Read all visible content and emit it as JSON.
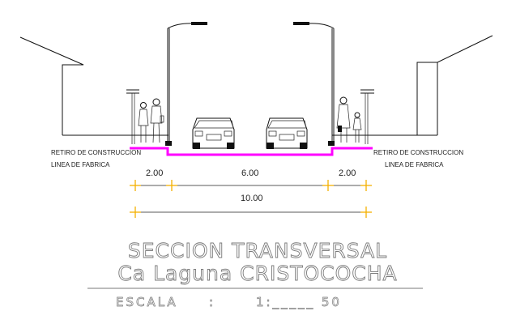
{
  "labels": {
    "setback_left": "RETIRO DE CONSTRUCCION",
    "building_line_left": "LINEA DE FABRICA",
    "setback_right": "RETIRO DE CONSTRUCCION",
    "building_line_right": "LINEA DE FABRICA"
  },
  "dimensions": {
    "sidewalk_left": "2.00",
    "roadway": "6.00",
    "sidewalk_right": "2.00",
    "total": "10.00"
  },
  "title": {
    "line1": "SECCION TRANSVERSAL",
    "line2": "Ca Laguna CRISTOCOCHA"
  },
  "scale": {
    "label": "ESCALA",
    "separator": ":",
    "ratio": "1:_____  50"
  },
  "colors": {
    "roadway": "#ff00ff",
    "dimension_marks": "#f5b000",
    "title_text": "#7a7a7a"
  }
}
